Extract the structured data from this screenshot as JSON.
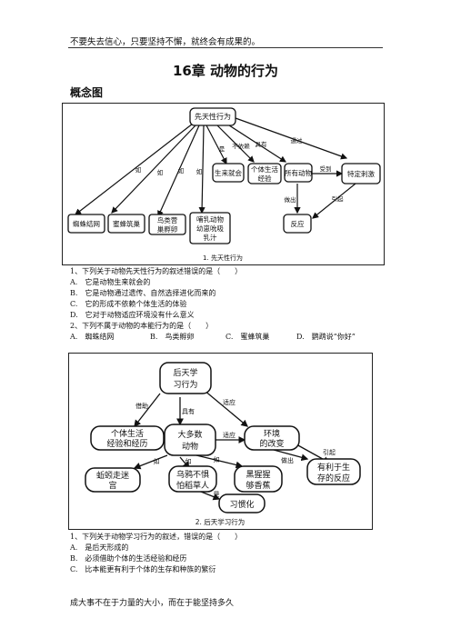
{
  "header": {
    "motto": "不要失去信心，只要坚持不懈，就终会有成果的。"
  },
  "chapter_title": "16章 动物的行为",
  "section_title": "概念图",
  "figure1": {
    "caption": "1. 先天性行为",
    "nodes": {
      "root": "先天性行为",
      "born": "生来就会",
      "individual": [
        "个体生活",
        "经验"
      ],
      "all_animals": "所有动物",
      "stimulus": "特定刺激",
      "reaction": "反应",
      "spider": "蜘蛛结网",
      "bee": "蜜蜂筑巢",
      "bird": [
        "鸟类营",
        "巢孵卵"
      ],
      "mammal": [
        "哺乳动物",
        "幼崽吮吸",
        "乳汁"
      ]
    },
    "edge_labels": {
      "is": "是",
      "not_depend": "不依赖",
      "has": "具有",
      "through": "通过",
      "receive": "受到",
      "make": "做出",
      "cause": "引起",
      "e1": "如",
      "e2": "如",
      "e3": "如",
      "e4": "如"
    }
  },
  "questions1": [
    "1、下列关于动物先天性行为的叙述错误的是（　　）",
    "A.　它是动物生来就会的",
    "B.　它是动物通过遗传、自然选择进化而来的",
    "C.　它的形成不依赖个体生活的体验",
    "D.　它对于动物适应环境没有什么意义",
    "2、下列不属于动物的本能行为的是（　　）"
  ],
  "q2_options": [
    "A.　蜘蛛结网",
    "B.　鸟类孵卵",
    "C.　蜜蜂筑巢",
    "D.　鹦鹉说“你好”"
  ],
  "figure2": {
    "caption": "2. 后天学习行为",
    "nodes": {
      "root": [
        "后天学",
        "习行为"
      ],
      "experience": [
        "个体生活",
        "经验和经历"
      ],
      "most": [
        "大多数",
        "动物"
      ],
      "env": [
        "环境",
        "的改变"
      ],
      "benefit": [
        "有利于生",
        "存的反应"
      ],
      "worm": [
        "蚯蚓走迷",
        "宫"
      ],
      "crow": [
        "乌鸦不惧",
        "怕稻草人"
      ],
      "chimp": [
        "黑猩猩",
        "够香蕉"
      ],
      "habit": "习惯化"
    },
    "edge_labels": {
      "borrow": "借助",
      "has": "具有",
      "adapt": "适应",
      "adapt2": "适应",
      "make": "做出",
      "cause": "引起",
      "e1": "如",
      "e2": "如",
      "e3": "如",
      "is": "是"
    }
  },
  "questions2": [
    "1、下列关于动物学习行为的叙述，错误的是（　　）",
    "A.　是后天形成的",
    "B.　必须借助个体的生活经验和经历",
    "C.　比本能更有利于个体的生存和种族的繁衍"
  ],
  "footer": {
    "motto": "成大事不在于力量的大小，而在于能坚持多久"
  }
}
